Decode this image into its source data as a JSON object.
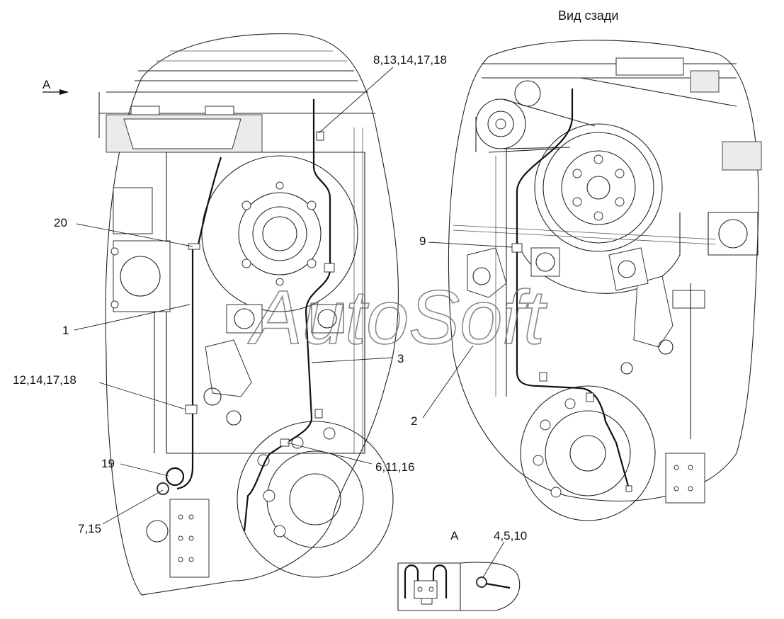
{
  "labels": {
    "view_a": "A",
    "rear_view": "Вид сзади",
    "callout_8_13_14_17_18": "8,13,14,17,18",
    "callout_20": "20",
    "callout_1": "1",
    "callout_12_14_17_18": "12,14,17,18",
    "callout_3": "3",
    "callout_19": "19",
    "callout_6_11_16": "6,11,16",
    "callout_7_15": "7,15",
    "callout_9": "9",
    "callout_2": "2",
    "detail_a": "A",
    "callout_4_5_10": "4,5,10"
  },
  "watermark": "AutoSoft"
}
